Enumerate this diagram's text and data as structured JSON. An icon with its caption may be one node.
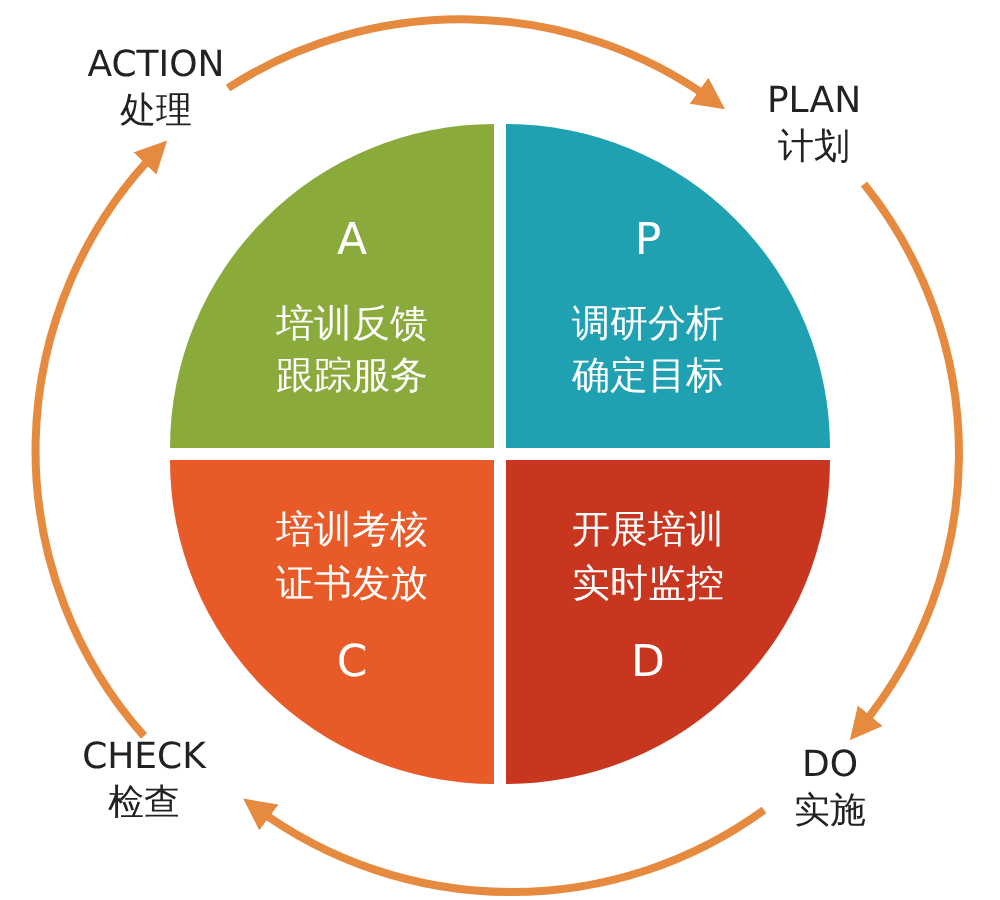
{
  "diagram": {
    "nodes": [
      {
        "text": [
          "ACTION",
          "处理"
        ]
      },
      {
        "text": [
          "PLAN",
          "计划"
        ]
      },
      {
        "text": [
          "DO",
          "实施"
        ]
      },
      {
        "text": [
          "CHECK",
          "检查"
        ]
      },
      {
        "text": [
          "A",
          "培训反馈跟踪服务"
        ]
      },
      {
        "text": [
          "P",
          "调研分析确定目标"
        ]
      },
      {
        "text": [
          "培训考核证书发放",
          "C"
        ]
      },
      {
        "text": [
          "开展培训实时监控",
          "D"
        ]
      }
    ],
    "edges": [
      {
        "from": 0,
        "to": 1,
        "arrow": "to"
      },
      {
        "from": 1,
        "to": 2,
        "arrow": "to"
      },
      {
        "from": 2,
        "to": 3,
        "arrow": "to"
      },
      {
        "from": 3,
        "to": 0,
        "arrow": "to"
      }
    ]
  }
}
